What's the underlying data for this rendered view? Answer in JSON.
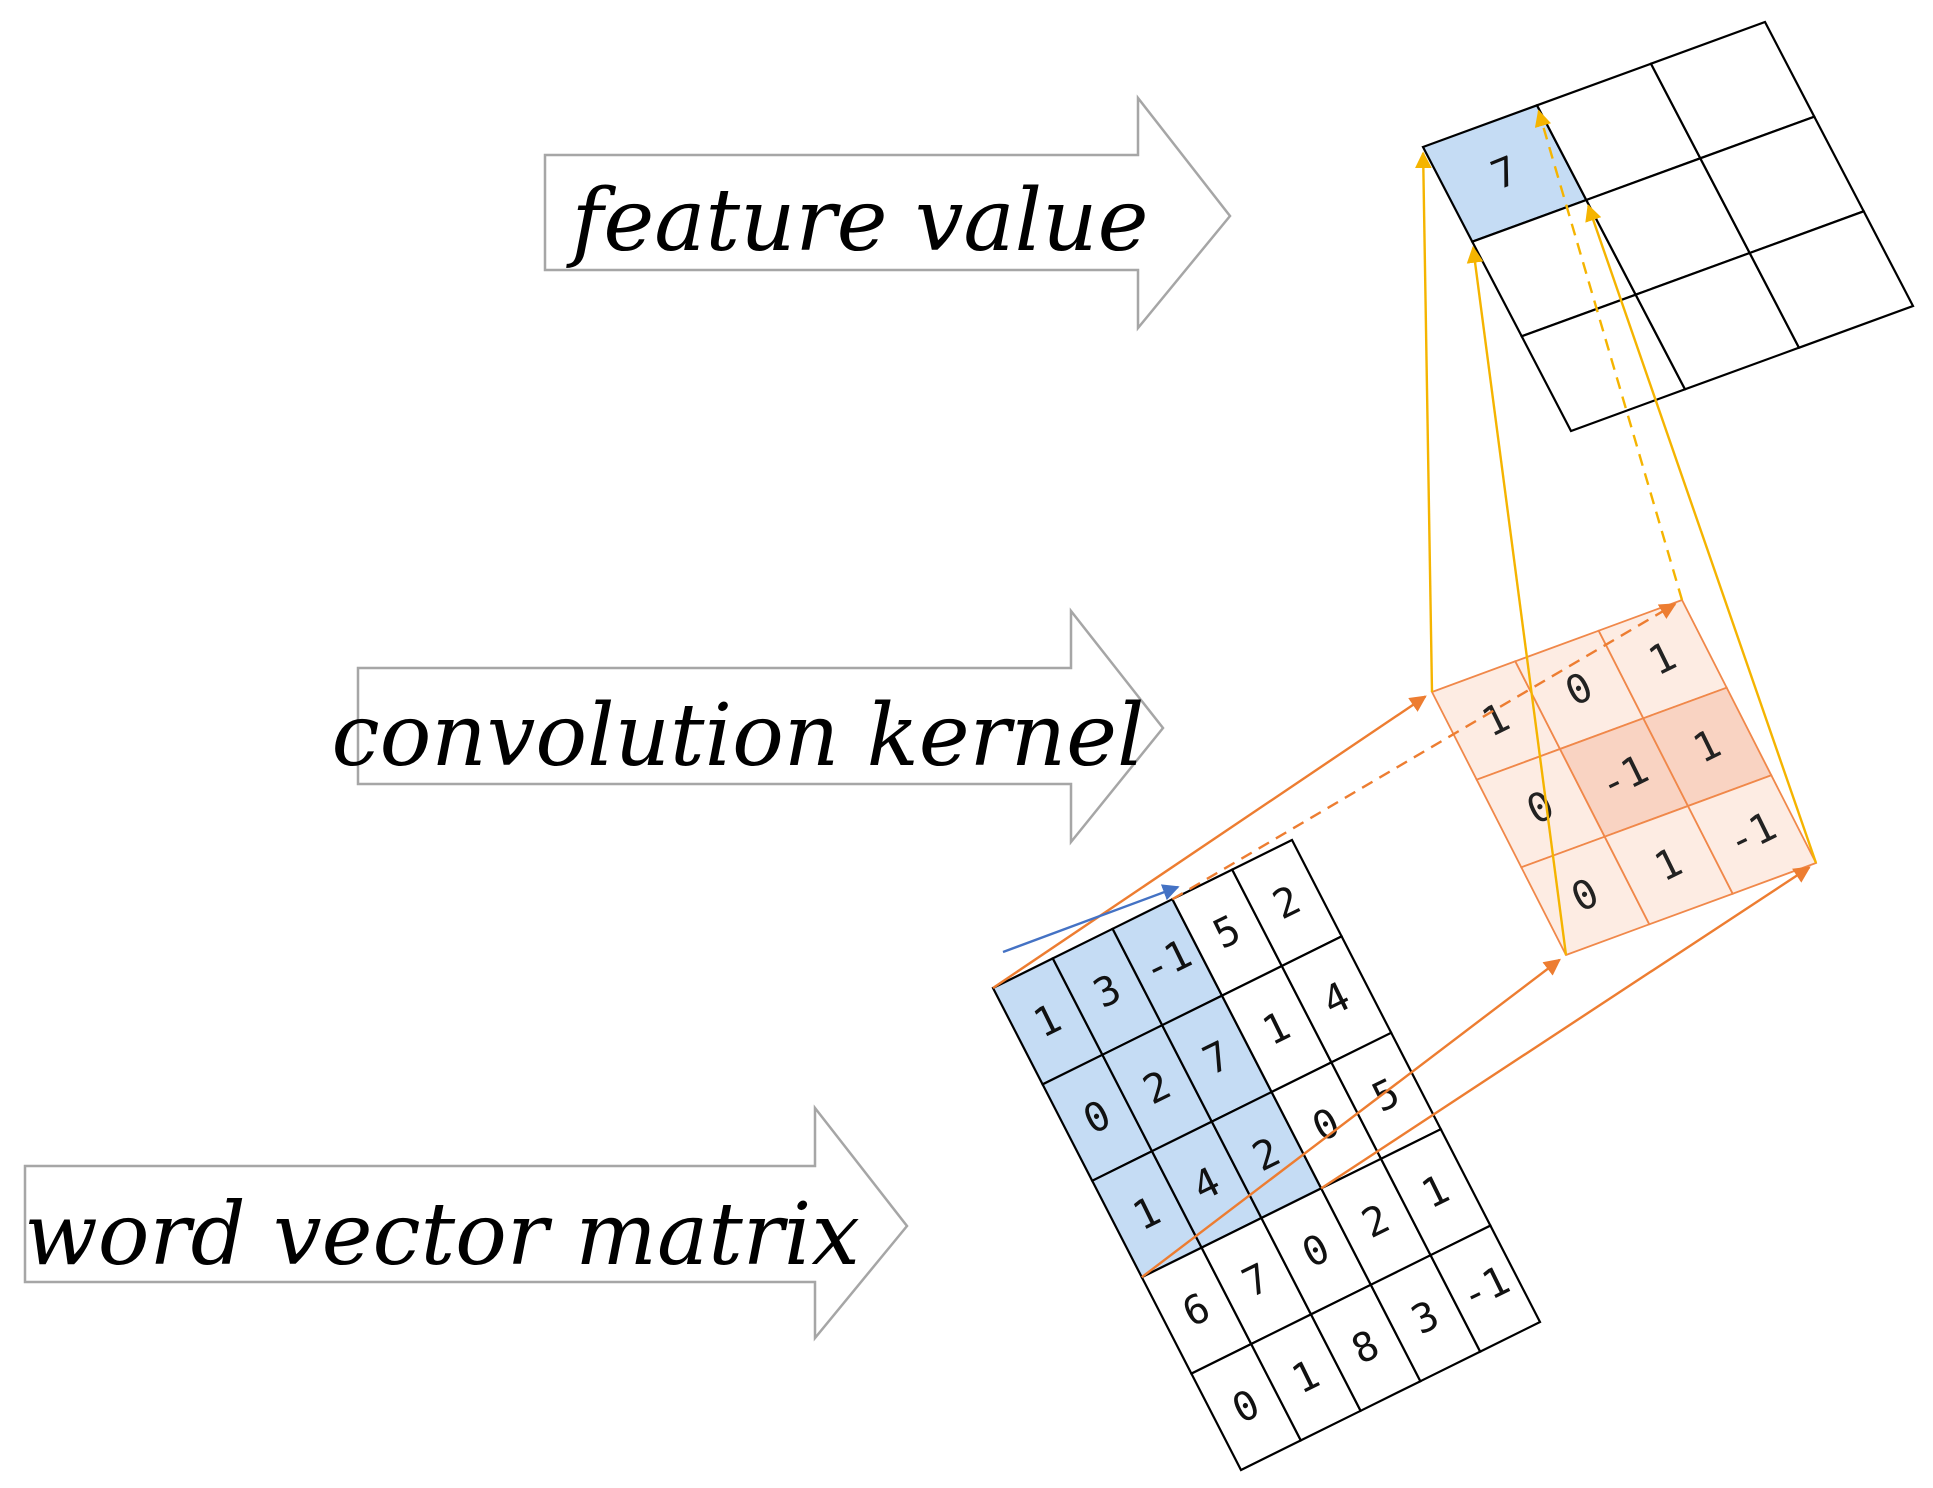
{
  "labels": {
    "feature_value": "feature value",
    "convolution_kernel": "convolution kernel",
    "word_vector_matrix": "word vector matrix"
  },
  "word_vector_matrix": {
    "rows": [
      [
        "1",
        "3",
        "-1",
        "5",
        "2"
      ],
      [
        "0",
        "2",
        "7",
        "1",
        "4"
      ],
      [
        "1",
        "4",
        "2",
        "0",
        "5"
      ],
      [
        "6",
        "7",
        "0",
        "2",
        "1"
      ],
      [
        "0",
        "1",
        "8",
        "3",
        "-1"
      ]
    ],
    "highlight": {
      "rows": [
        0,
        2
      ],
      "cols": [
        0,
        2
      ]
    }
  },
  "convolution_kernel": {
    "rows": [
      [
        "1",
        "0",
        "1"
      ],
      [
        "0",
        "-1",
        "1"
      ],
      [
        "0",
        "1",
        "-1"
      ]
    ]
  },
  "feature_map": {
    "rows": [
      [
        "7",
        "",
        ""
      ],
      [
        "",
        "",
        ""
      ],
      [
        "",
        "",
        ""
      ]
    ],
    "highlight": [
      0,
      0
    ]
  },
  "colors": {
    "highlight_blue": "#c5dcf4",
    "kernel_fill": "#fdece3",
    "kernel_fill_dark": "#f9d3c2",
    "kernel_line": "#f0884a",
    "orange_arrow": "#ed7d31",
    "yellow_arrow": "#f5b400",
    "blue_arrow": "#4472c4",
    "arrow_outline": "#a6a6a6"
  }
}
